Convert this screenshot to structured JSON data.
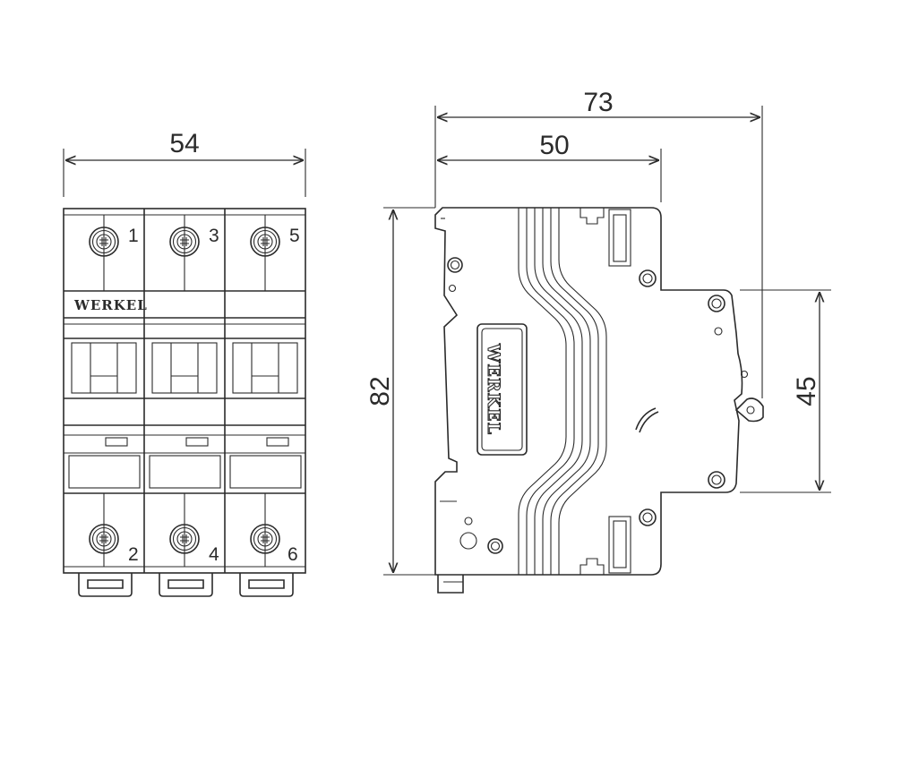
{
  "brand": "WERKEL",
  "dimensions": {
    "front_width": "54",
    "side_depth_total": "73",
    "side_depth_body": "50",
    "height": "82",
    "rail_height": "45"
  },
  "terminals": {
    "top": [
      "1",
      "3",
      "5"
    ],
    "bottom": [
      "2",
      "4",
      "6"
    ]
  }
}
